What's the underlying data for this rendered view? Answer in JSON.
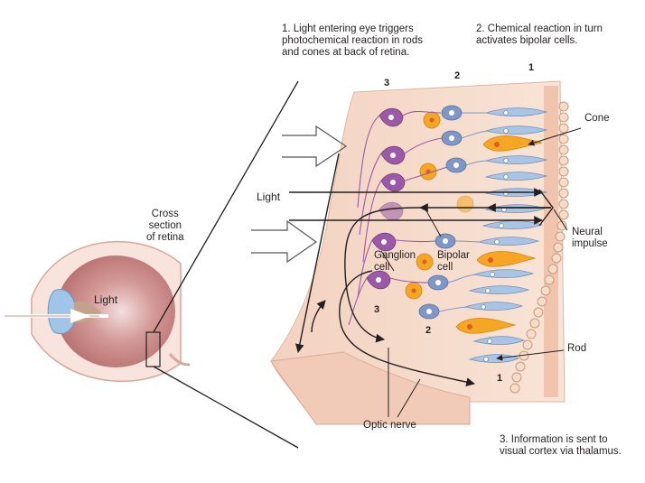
{
  "steps": {
    "step1": "1. Light entering eye triggers photochemical reaction in rods and cones at back of retina.",
    "step1_lines": [
      "1. Light entering eye triggers",
      "photochemical reaction in rods",
      "and cones at back of retina."
    ],
    "step2_lines": [
      "2. Chemical reaction in turn",
      "activates bipolar cells."
    ],
    "step3_lines": [
      "3. Information is sent to",
      "visual cortex via thalamus."
    ]
  },
  "labels": {
    "cross_section": [
      "Cross",
      "section",
      "of retina"
    ],
    "light_eye": "Light",
    "light_retina": "Light",
    "cone": "Cone",
    "neural_impulse": [
      "Neural",
      "impulse"
    ],
    "ganglion": [
      "Ganglion",
      "cell"
    ],
    "bipolar": [
      "Bipolar",
      "cell"
    ],
    "rod": "Rod",
    "optic_nerve": "Optic nerve"
  },
  "layer_numbers": {
    "top_3": "3",
    "top_2": "2",
    "top_1": "1",
    "bottom_3": "3",
    "bottom_2": "2",
    "bottom_1": "1"
  },
  "colors": {
    "retina_bg": "#f6dccb",
    "retina_edge": "#eac1aa",
    "eyeball": "#c07a78",
    "ganglion": "#9b5aa6",
    "bipolar": "#7f97c6",
    "rod": "#a9c4e4",
    "cone": "#f5a623",
    "arrow_outline": "#555555"
  }
}
